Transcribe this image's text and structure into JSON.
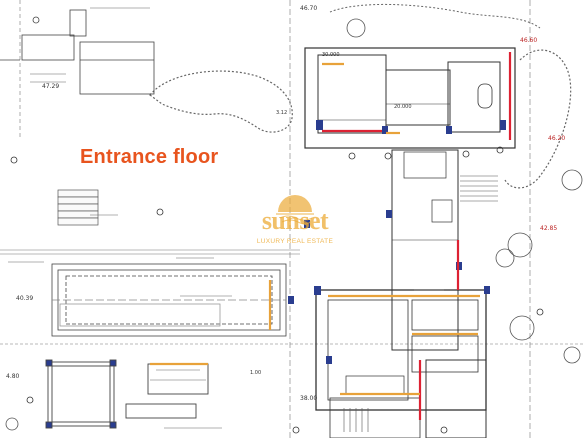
{
  "plan": {
    "title": "Entrance floor",
    "logo": {
      "word": "sunset",
      "tagline": "LUXURY REAL ESTATE"
    },
    "dimensions": {
      "top_level": "46.70",
      "top_right": "46.60",
      "left_upper": "47.29",
      "right_mid": "42.85",
      "right_upper": "46.20",
      "left_mid": "40.39",
      "bottom_left": "4.80",
      "bottom_mid": "38.00",
      "dim_a": "30.000",
      "dim_b": "20.000",
      "dim_c": "1.00",
      "dim_d": "3.12"
    },
    "colors": {
      "accent": "#e8541e",
      "logo": "#ecab37",
      "linework": "#555555",
      "column": "#2a3d8f"
    }
  }
}
